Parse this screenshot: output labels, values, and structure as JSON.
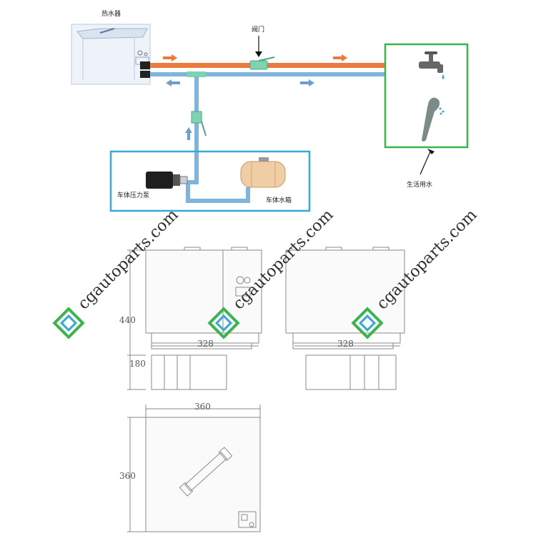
{
  "labels": {
    "heater": "热水器",
    "valve": "阀门",
    "pump": "车体压力泵",
    "tank": "车体水箱",
    "domestic_water": "生活用水"
  },
  "dimensions": {
    "front_height_top": "440",
    "front_height_bottom": "180",
    "front_width": "328",
    "side_width": "328",
    "top_width": "360",
    "top_height": "360"
  },
  "watermark": {
    "text": "cgautoparts.com",
    "logo_icon": "cg-logo-icon"
  },
  "colors": {
    "hot_pipe": "#ea7a3e",
    "cold_pipe": "#7fb4dc",
    "frame_blue": "#36a9d8",
    "frame_green": "#3ab54a",
    "tank_fill": "#f1cda5",
    "logo_green": "#3ab54a",
    "logo_blue": "#36a9d8"
  }
}
